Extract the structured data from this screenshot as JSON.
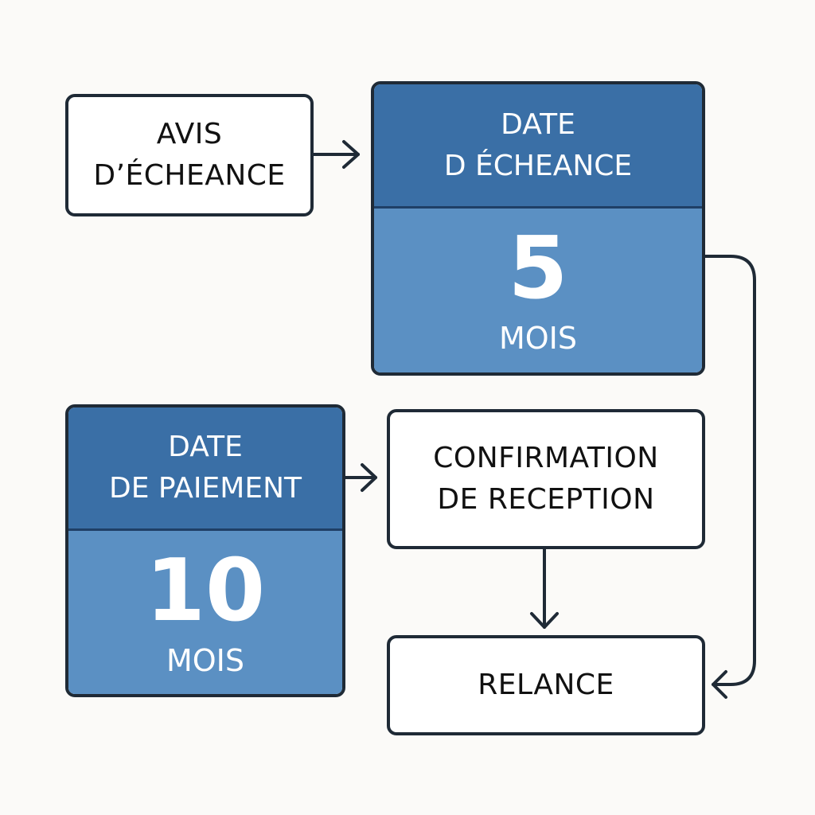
{
  "colors": {
    "header_blue": "#3a6fa6",
    "body_blue": "#5b90c3",
    "outline": "#1f2a36",
    "background": "#fbfaf8"
  },
  "nodes": {
    "avis": {
      "line1": "AVIS",
      "line2": "D’ÉCHEANCE"
    },
    "echeance": {
      "line1": "DATE",
      "line2": "D ÉCHEANCE",
      "value": "5",
      "unit": "MOIS"
    },
    "paiement": {
      "line1": "DATE",
      "line2": "DE PAIEMENT",
      "value": "10",
      "unit": "MOIS"
    },
    "confirmation": {
      "line1": "CONFIRMATION",
      "line2": "DE RECEPTION"
    },
    "relance": {
      "label": "RELANCE"
    }
  },
  "edges": [
    {
      "from": "avis",
      "to": "echeance"
    },
    {
      "from": "paiement",
      "to": "confirmation"
    },
    {
      "from": "confirmation",
      "to": "relance"
    },
    {
      "from": "echeance",
      "to": "relance"
    }
  ]
}
